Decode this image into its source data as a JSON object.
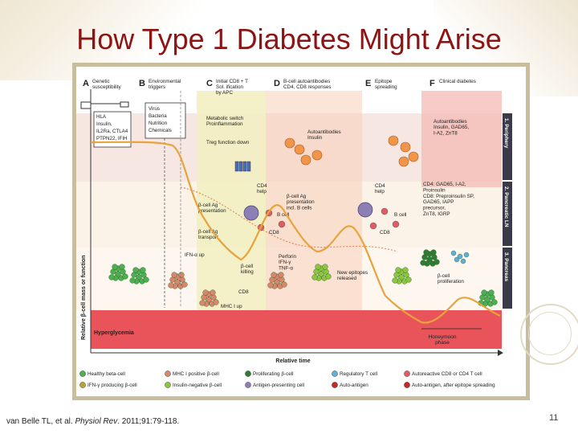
{
  "slide": {
    "title": "How Type 1 Diabetes Might Arise",
    "page_number": "11",
    "citation": {
      "authors": "van Belle TL, et al.",
      "journal": "Physiol Rev",
      "details": ". 2011;91:79-118."
    }
  },
  "figure": {
    "stages": [
      {
        "letter": "A",
        "lines": [
          "Genetic",
          "susceptibility"
        ]
      },
      {
        "letter": "B",
        "lines": [
          "Environmental",
          "triggers"
        ]
      },
      {
        "letter": "C",
        "lines": [
          "Initial CD8 + T",
          "Sol. ification",
          "by APC"
        ]
      },
      {
        "letter": "D",
        "lines": [
          "B-cell autoantibodies",
          "CD4, CD8 responses"
        ]
      },
      {
        "letter": "E",
        "lines": [
          "Epitope",
          "spreading"
        ]
      },
      {
        "letter": "F",
        "lines": [
          "Clinical diabetes"
        ]
      }
    ],
    "compartments": [
      "1. Periphery",
      "2. Pancreatic LN",
      "3. Pancreas"
    ],
    "genes": [
      "HLA",
      "Insulin,",
      "IL2Ra, CTLA4",
      "PTPN22, IFIH"
    ],
    "env_triggers": [
      "Virus",
      "Bacteria",
      "Nutrition",
      "Chemicals"
    ],
    "metabolic_switch": [
      "Metabolic switch",
      "Proinflammation"
    ],
    "treg_text": "Treg function down",
    "autoantibodies_insulin": [
      "Autoantibodies",
      "Insulin"
    ],
    "autoantibodies_clinical": [
      "Autoantibodies",
      "Insulin, GAD65,",
      "I-A2, ZnT8"
    ],
    "cd4_help_1": [
      "CD4",
      "help"
    ],
    "beta_ag_presentation_1": [
      "β-cell Ag",
      "presentation"
    ],
    "beta_ag_presentation_2": [
      "β-cell Ag",
      "presentation",
      "incl. B cells"
    ],
    "cd4_help_2": [
      "CD4",
      "help"
    ],
    "autoantigens_list": [
      "CD4: GAD65, I-A2,",
      "Proinsulin",
      "CD8: Preproinsulin SP,",
      "GAD65, IAPP",
      "precursor,",
      "ZnT8, IGRP"
    ],
    "beta_ag_transport": [
      "β-cell Ag",
      "transport"
    ],
    "ifn_up": "IFN-α up",
    "beta_cell_killing": [
      "β-cell",
      "killing"
    ],
    "perforin": [
      "Perforin",
      "IFN-γ",
      "TNF-α"
    ],
    "new_epitopes": [
      "New epitopes",
      "released"
    ],
    "beta_proliferation": [
      "β-cell",
      "proliferation"
    ],
    "bcell_label_1": "B cell",
    "bcell_label_2": "B cell",
    "cd8_label_1": "CD8",
    "cd8_label_2": "CD8",
    "cd8_label_3": "CD8",
    "mhc_up": "MHC I up",
    "hyperglycemia": "Hyperglycemia",
    "honeymoon": [
      "Honeymoon",
      "phase"
    ],
    "y_axis": "Relative β-cell mass or function",
    "x_axis": "Relative time",
    "legend": [
      {
        "label": "Healthy beta-cell",
        "color": "#4caf50"
      },
      {
        "label": "MHC I positive β-cell",
        "color": "#d9876a"
      },
      {
        "label": "Proliferating β-cell",
        "color": "#2e7d32"
      },
      {
        "label": "Regulatory T cell",
        "color": "#5fb0d8"
      },
      {
        "label": "Autoreactive CD8 or CD4 T cell",
        "color": "#e05a6a"
      },
      {
        "label": "IFN-γ producing β-cell",
        "color": "#b7a23a"
      },
      {
        "label": "Insulin-negative β-cell",
        "color": "#8cc63f"
      },
      {
        "label": "Antigen-presenting cell",
        "color": "#8b7fb5"
      },
      {
        "label": "Auto-antigen",
        "color": "#c62828"
      },
      {
        "label": "Auto-antigen, after epitope spreading",
        "color": "#c62828"
      }
    ],
    "colors": {
      "periphery_band": "#f7e7e3",
      "ln_band": "#fbf3e8",
      "pancreas_band": "#fdf7ef",
      "hyperglycemia_band": "#e8545a",
      "beta_curve": "#e8a33c",
      "stage_c_column": "#f2eec0",
      "stage_d_column": "#f8cfb8",
      "stage_f_column": "#f3b7b1",
      "tab_dark": "#3a3a48"
    }
  }
}
